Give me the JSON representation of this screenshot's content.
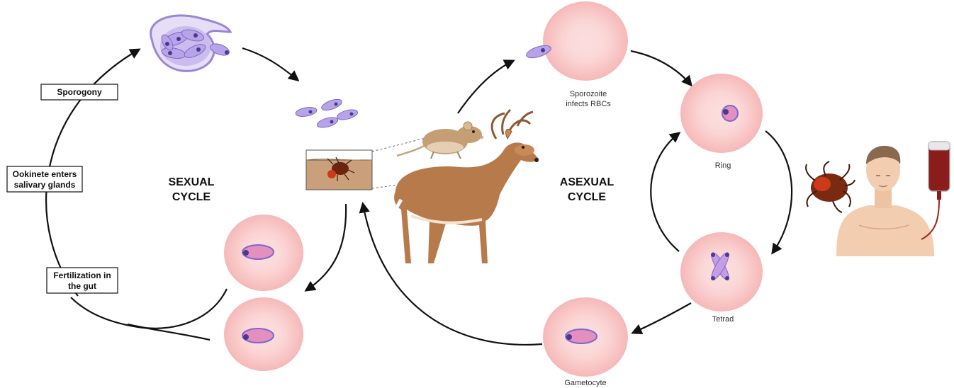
{
  "sexual": {
    "title_line1": "SEXUAL",
    "title_line2": "CYCLE",
    "stages": {
      "sporogony": "Sporogony",
      "ookinete_line1": "Ookinete enters",
      "ookinete_line2": "salivary glands",
      "fertilization_line1": "Fertilization in",
      "fertilization_line2": "the gut"
    }
  },
  "asexual": {
    "title_line1": "ASEXUAL",
    "title_line2": "CYCLE",
    "stages": {
      "sporozoite_line1": "Sporozoite",
      "sporozoite_line2": "infects RBCs",
      "ring": "Ring",
      "tetrad": "Tetrad",
      "gametocyte": "Gametocyte"
    }
  },
  "colors": {
    "rbc": "#f9c9c9",
    "rbc_center": "#fbd9d9",
    "parasite": "#b7a4e8",
    "gametocyte": "#e38fc0",
    "arrow": "#111111",
    "deer": "#b77a4b",
    "tick": "#7a2a10"
  }
}
